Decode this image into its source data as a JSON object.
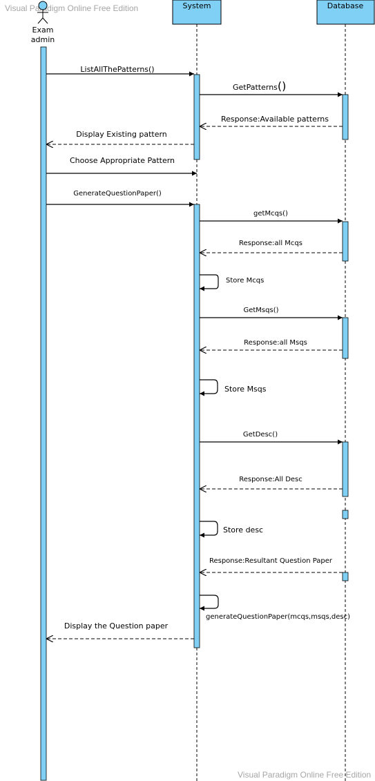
{
  "watermark": {
    "top": "Visual Paradigm Online Free Edition",
    "bottom": "Visual Paradigm Online Free Edition"
  },
  "participants": {
    "actor_line1": "Exam",
    "actor_line2": "admin",
    "system": "System",
    "database": "Database"
  },
  "messages": {
    "list_all_patterns": "ListAllThePatterns()",
    "get_patterns_name": "GetPatterns",
    "get_patterns_parens": "()",
    "response_available_patterns": "Response:Available patterns",
    "display_existing_pattern": "Display Existing pattern",
    "choose_pattern": "Choose Appropriate Pattern",
    "generate_question_paper": "GenerateQuestionPaper()",
    "get_mcqs": "getMcqs()",
    "response_all_mcqs": "Response:all Mcqs",
    "store_mcqs": "Store Mcqs",
    "get_msqs": "GetMsqs()",
    "response_all_msqs": "Response:all Msqs",
    "store_msqs": "Store Msqs",
    "get_desc": "GetDesc()",
    "response_all_desc": "Response:All Desc",
    "store_desc": "Store desc",
    "response_resultant_paper": "Response:Resultant Question Paper",
    "generate_question_paper_args": "generateQuestionPaper(mcqs,msqs,desc)",
    "display_question_paper": "Display the Question paper"
  },
  "colors": {
    "participant_fill": "#7fd0f4",
    "activation_fill": "#7fd0f4",
    "line": "#000000",
    "watermark": "#a6a6a6"
  }
}
